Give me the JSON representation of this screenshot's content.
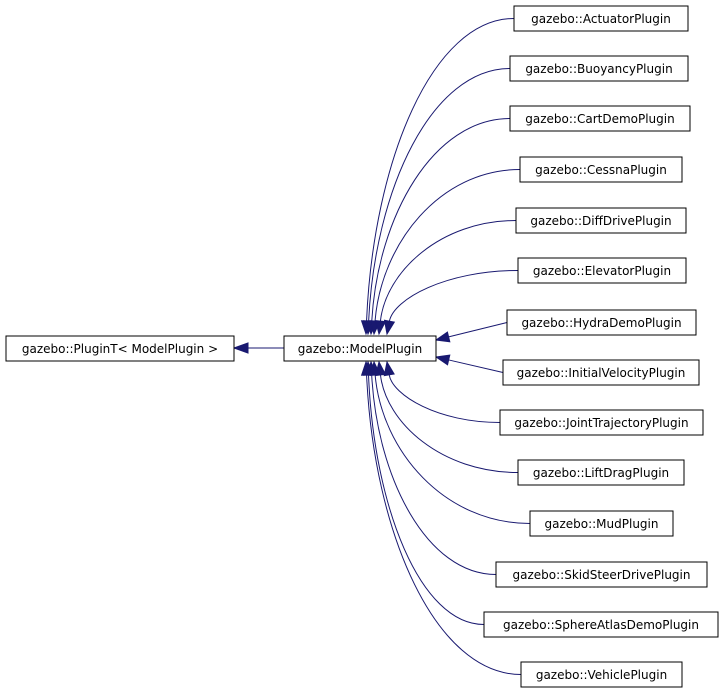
{
  "diagram": {
    "base_class": "gazebo::PluginT< ModelPlugin >",
    "model_plugin": "gazebo::ModelPlugin",
    "derived": [
      "gazebo::ActuatorPlugin",
      "gazebo::BuoyancyPlugin",
      "gazebo::CartDemoPlugin",
      "gazebo::CessnaPlugin",
      "gazebo::DiffDrivePlugin",
      "gazebo::ElevatorPlugin",
      "gazebo::HydraDemoPlugin",
      "gazebo::InitialVelocityPlugin",
      "gazebo::JointTrajectoryPlugin",
      "gazebo::LiftDragPlugin",
      "gazebo::MudPlugin",
      "gazebo::SkidSteerDrivePlugin",
      "gazebo::SphereAtlasDemoPlugin",
      "gazebo::VehiclePlugin"
    ],
    "colors": {
      "edge": "#191970",
      "node_border": "#000000",
      "node_fill": "#ffffff"
    }
  }
}
